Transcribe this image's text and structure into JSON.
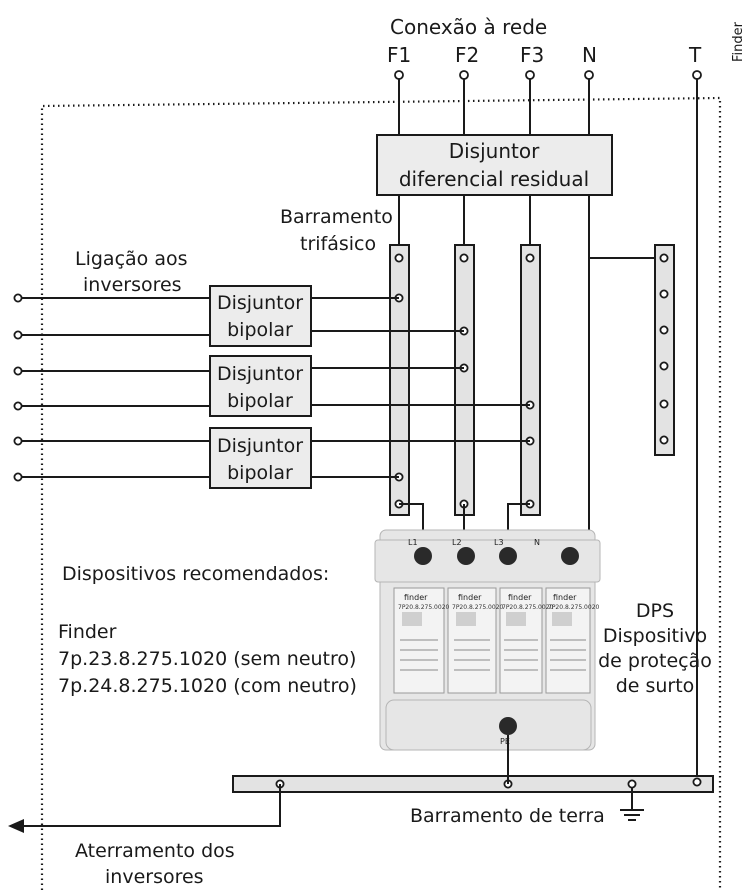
{
  "side_label": "Finder",
  "grid": {
    "title": "Conexão à rede",
    "phases": [
      "F1",
      "F2",
      "F3",
      "N",
      "T"
    ]
  },
  "rcd": {
    "line1": "Disjuntor",
    "line2": "diferencial residual"
  },
  "three_phase_bus": {
    "line1": "Barramento",
    "line2": "trifásico"
  },
  "inverter_link": {
    "line1": "Ligação aos",
    "line2": "inversores"
  },
  "breakers": [
    {
      "line1": "Disjuntor",
      "line2": "bipolar"
    },
    {
      "line1": "Disjuntor",
      "line2": "bipolar"
    },
    {
      "line1": "Disjuntor",
      "line2": "bipolar"
    }
  ],
  "recommended": {
    "heading": "Dispositivos recomendados:",
    "brand": "Finder",
    "models": [
      "7p.23.8.275.1020 (sem neutro)",
      "7p.24.8.275.1020 (com neutro)"
    ]
  },
  "dps": {
    "lines": [
      "DPS",
      "Dispositivo",
      "de proteção",
      "de surto"
    ],
    "terminals": [
      "L1",
      "L2",
      "L3",
      "N"
    ],
    "pe": "PE",
    "module_brand": "finder",
    "module_code": "7P20.8.275.0020"
  },
  "ground_bus": {
    "label": "Barramento de terra"
  },
  "grounding": {
    "line1": "Aterramento dos",
    "line2": "inversores"
  }
}
